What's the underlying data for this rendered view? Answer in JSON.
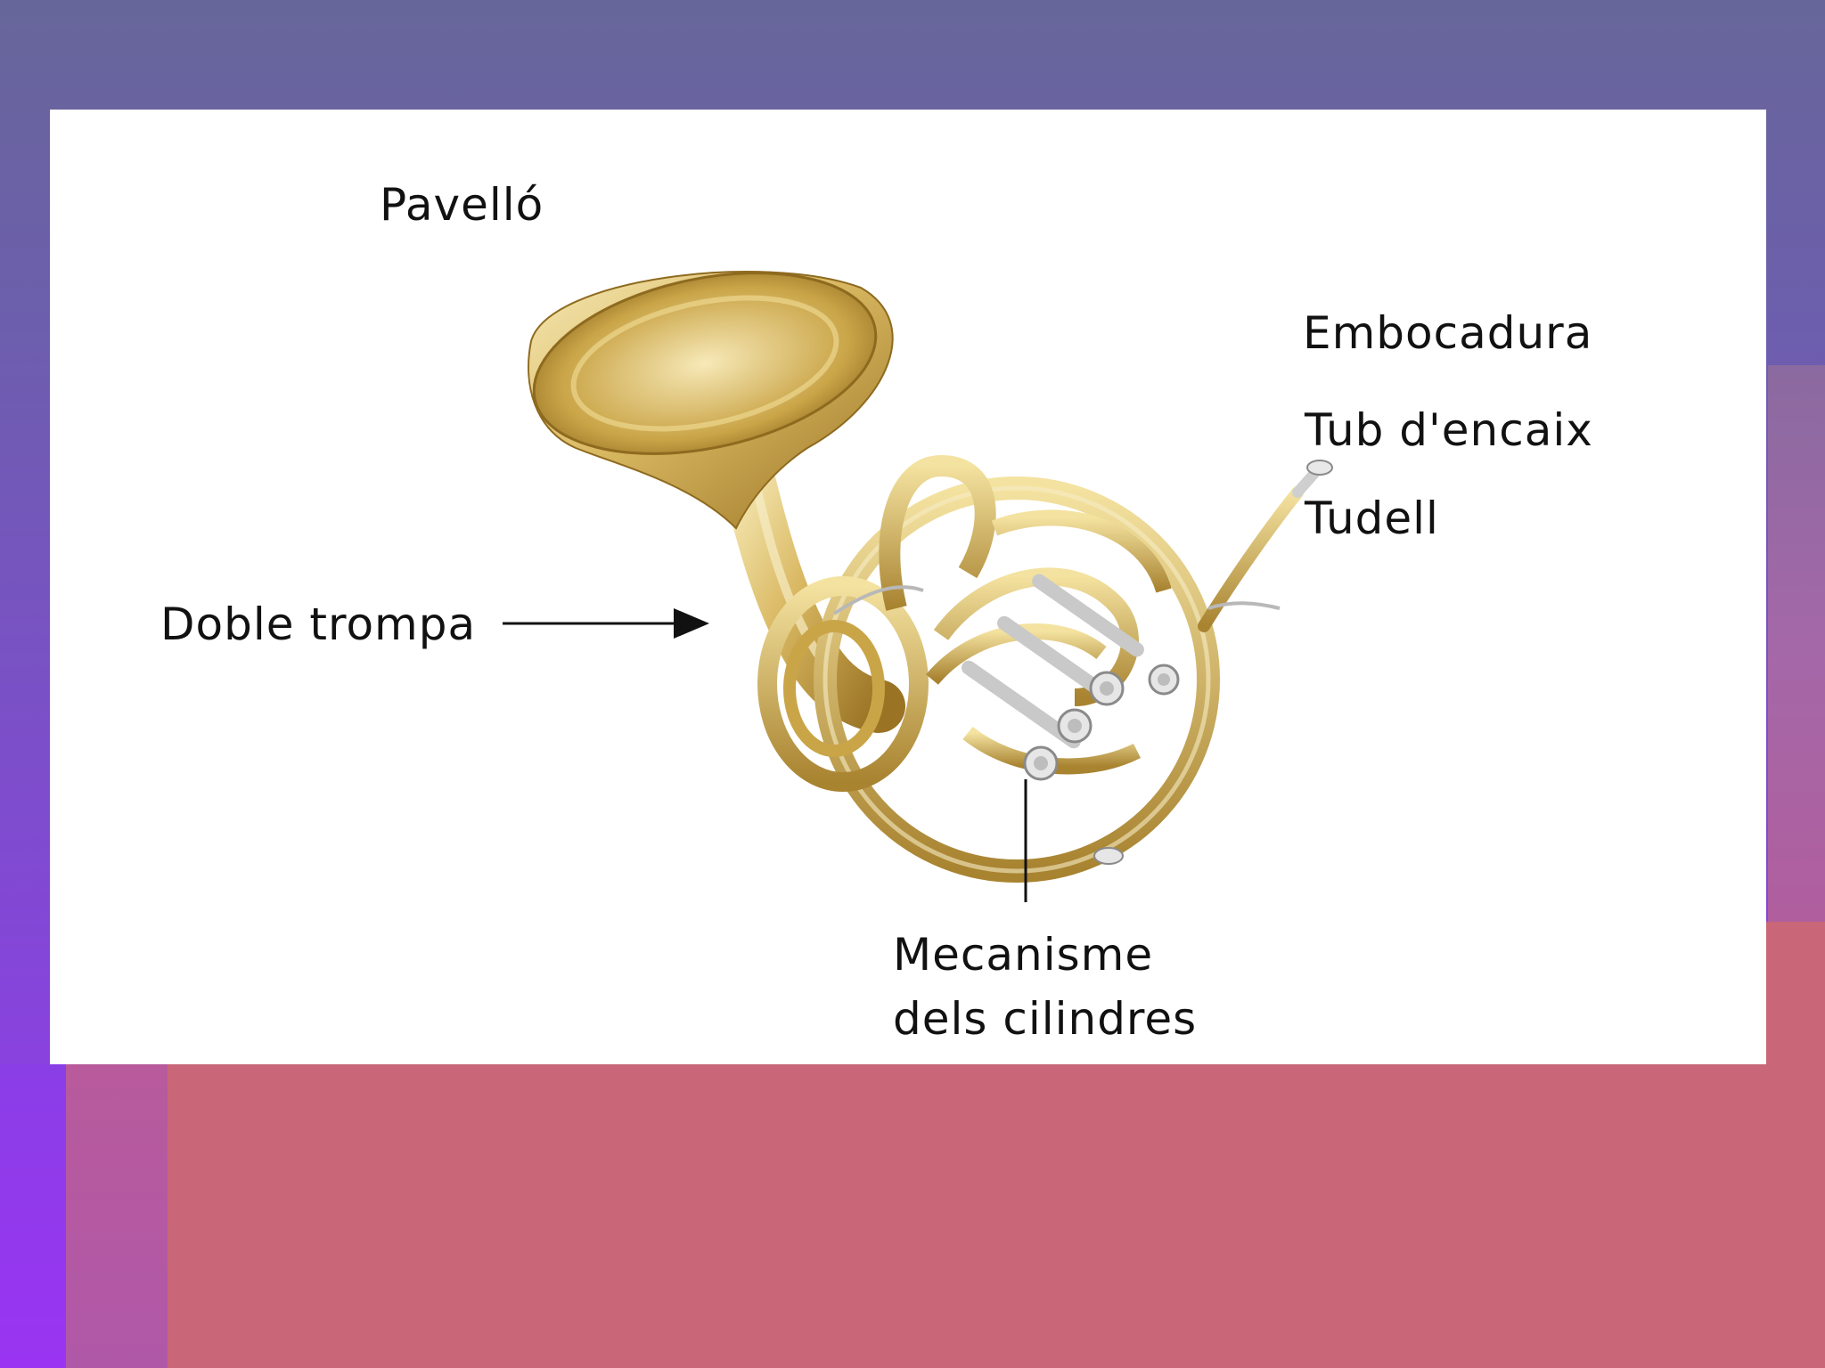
{
  "labels": {
    "pavello": "Pavelló",
    "embocadura": "Embocadura",
    "tub_encaix": "Tub d'encaix",
    "tudell": "Tudell",
    "doble_trompa": "Doble trompa",
    "mecanisme_line1": "Mecanisme",
    "mecanisme_line2": "dels cilindres"
  },
  "colors": {
    "brass_light": "#f3e3a0",
    "brass_mid": "#d6b45a",
    "brass_dark": "#9a7424",
    "silver": "#d9d9d9",
    "slide_background": "#ffffff",
    "bottom_background": "#c96677"
  },
  "icons": {
    "instrument": "french-horn-image",
    "pointer": "arrow-right-icon"
  }
}
